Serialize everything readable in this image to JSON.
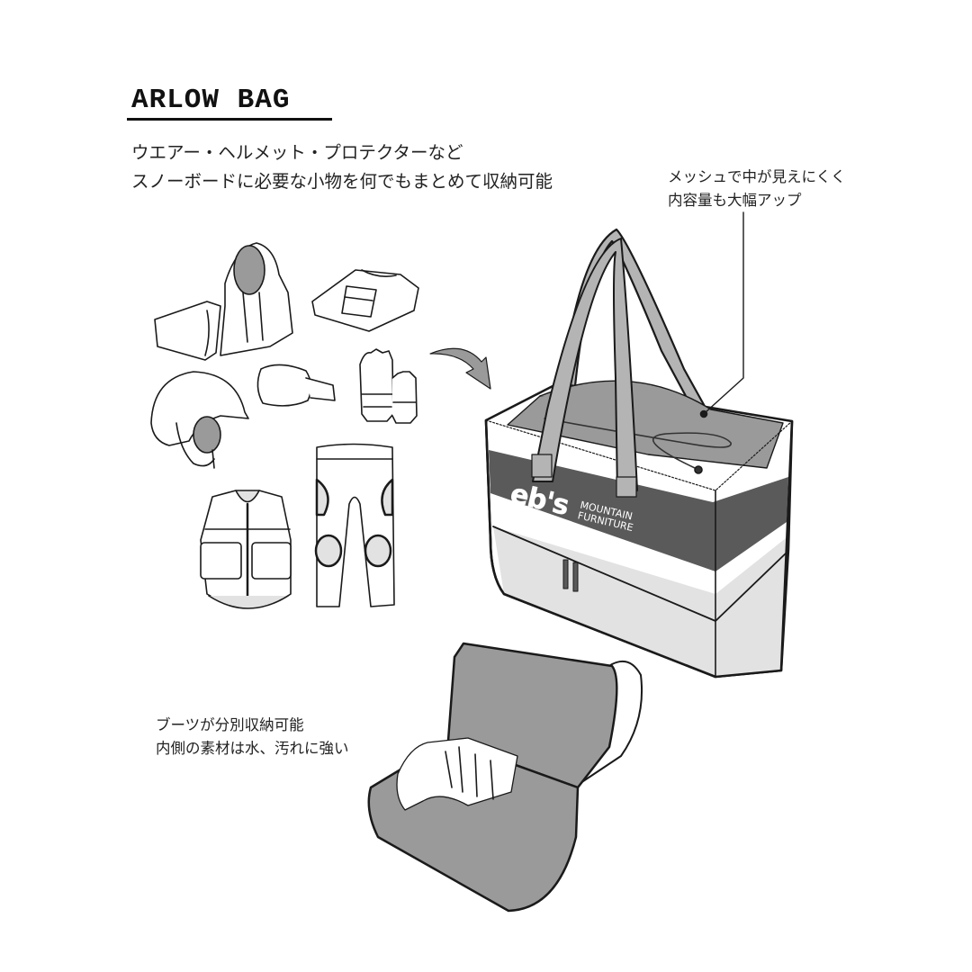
{
  "header": {
    "title": "ARLOW BAG"
  },
  "lead_text": {
    "line1": "ウエアー・ヘルメット・プロテクターなど",
    "line2": "スノーボードに必要な小物を何でもまとめて収納可能"
  },
  "callouts": {
    "mesh": {
      "line1": "メッシュで中が見えにくく",
      "line2": "内容量も大幅アップ"
    },
    "boots": {
      "line1": "ブーツが分別収納可能",
      "line2": "内側の素材は水、汚れに強い"
    }
  },
  "bag_logo": {
    "brand": "eb's",
    "line1": "MOUNTAIN",
    "line2": "FURNITURE"
  },
  "items": [
    "jacket-and-pants",
    "folded-shirt",
    "helmet",
    "goggles",
    "gloves",
    "protector-vest",
    "protector-pants"
  ],
  "colors": {
    "outline": "#1a1a1a",
    "dark_grey": "#5a5a5a",
    "mid_grey": "#9a9a9a",
    "light_grey": "#e2e2e2",
    "strap_grey": "#b4b4b4",
    "white": "#ffffff"
  }
}
